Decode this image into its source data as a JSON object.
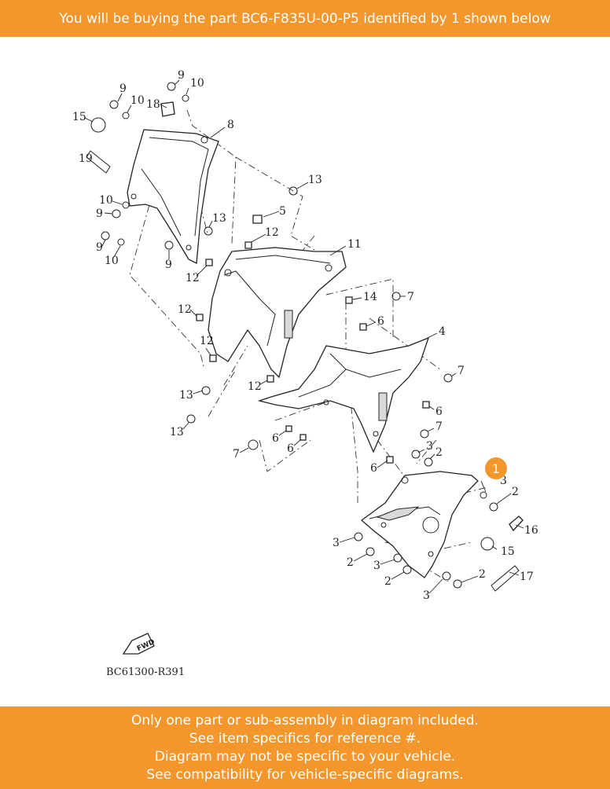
{
  "header": {
    "text": "You will be buying the part BC6-F835U-00-P5 identified by 1 shown below"
  },
  "highlight": {
    "number": "1",
    "color": "#f3962c"
  },
  "diagram": {
    "code": "BC61300-R391",
    "fwd_label": "FWD",
    "callouts": {
      "c9a": "9",
      "c10a": "10",
      "c9b": "9",
      "c10b": "10",
      "c18": "18",
      "c15a": "15",
      "c8": "8",
      "c19": "19",
      "c10c": "10",
      "c9c": "9",
      "c9d": "9",
      "c10d": "10",
      "c13a": "13",
      "c5": "5",
      "c13b": "13",
      "c12a": "12",
      "c9e": "9",
      "c11": "11",
      "c12b": "12",
      "c14": "14",
      "c7a": "7",
      "c12c": "12",
      "c6a": "6",
      "c12d": "12",
      "c4": "4",
      "c13c": "13",
      "c12e": "12",
      "c7b": "7",
      "c6b": "6",
      "c13d": "13",
      "c7c": "7",
      "c6c": "6",
      "c6d": "6",
      "c7d": "7",
      "c3a": "3",
      "c2a": "2",
      "c6e": "6",
      "c3b": "3",
      "c2b": "2",
      "c16": "16",
      "c3c": "3",
      "c15b": "15",
      "c2c": "2",
      "c3d": "3",
      "c2d": "2",
      "c2e": "2",
      "c17": "17",
      "c3e": "3"
    }
  },
  "footer": {
    "lines": [
      "Only one part or sub-assembly in diagram included.",
      "See item specifics for reference #.",
      "Diagram may not be specific to your vehicle.",
      "See compatibility for vehicle-specific diagrams."
    ]
  }
}
